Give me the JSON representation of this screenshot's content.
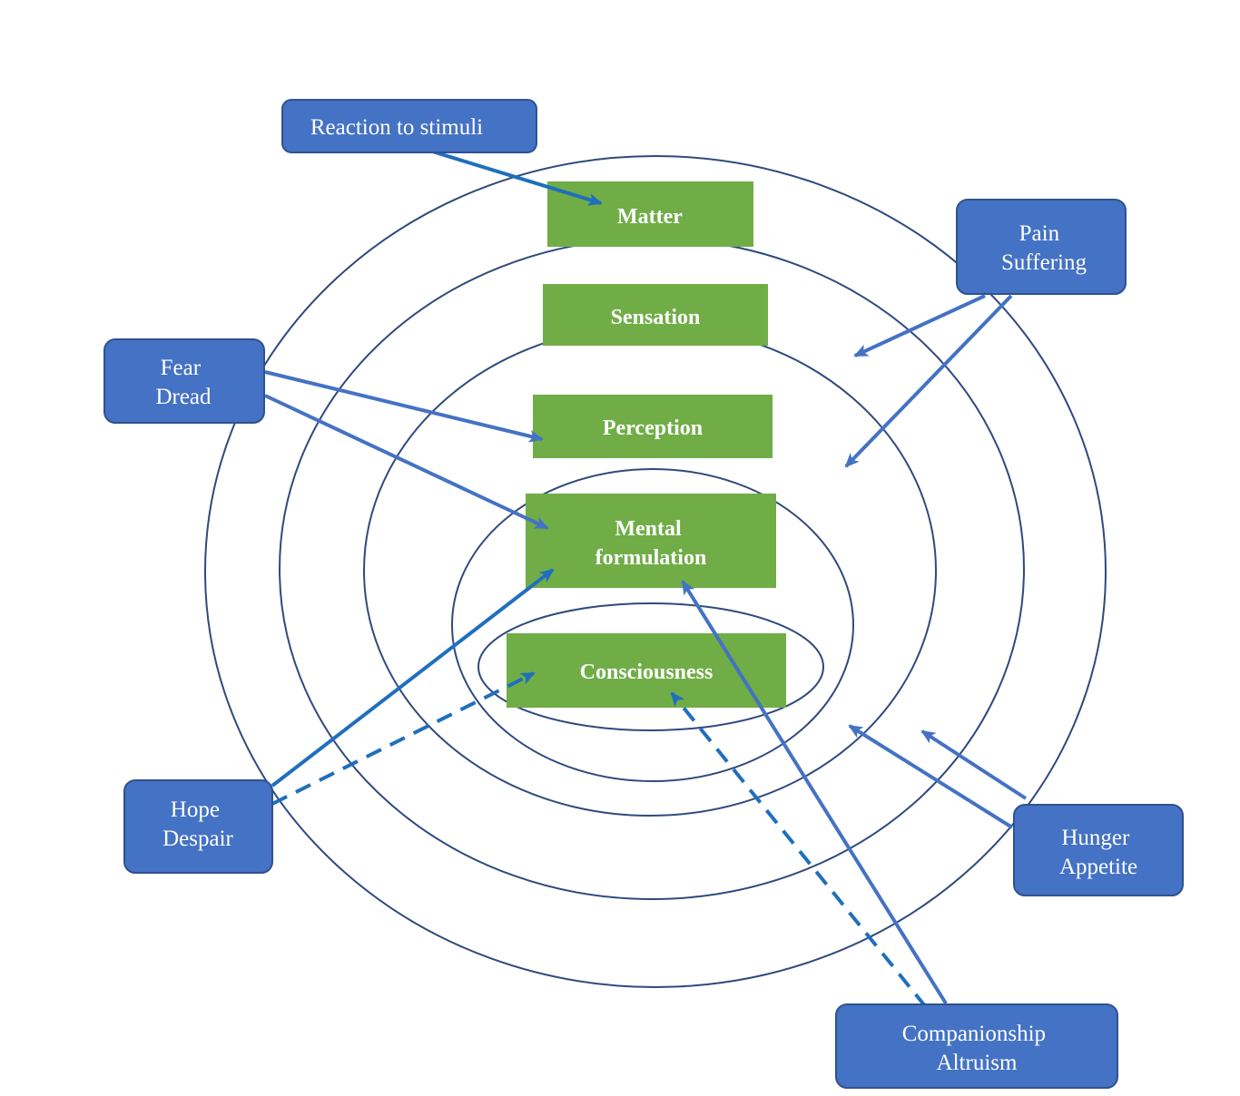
{
  "colors": {
    "ring": "#2f4a7d",
    "layer_fill": "#70ad47",
    "callout_fill": "#4472c4",
    "callout_border": "#2f528f",
    "arrow_solid": "#4472c4",
    "arrow_dark": "#1f6fbd",
    "arrow_dashed": "#1f6fbd"
  },
  "layers": [
    {
      "lines": [
        "Matter"
      ]
    },
    {
      "lines": [
        "Sensation"
      ]
    },
    {
      "lines": [
        "Perception"
      ]
    },
    {
      "lines": [
        "Mental",
        "formulation"
      ]
    },
    {
      "lines": [
        "Consciousness"
      ]
    }
  ],
  "callouts": [
    {
      "lines": [
        "Reaction to stimuli"
      ]
    },
    {
      "lines": [
        "Pain",
        "Suffering"
      ]
    },
    {
      "lines": [
        "Fear",
        "Dread"
      ]
    },
    {
      "lines": [
        "Hope",
        "Despair"
      ]
    },
    {
      "lines": [
        "Hunger",
        "Appetite"
      ]
    },
    {
      "lines": [
        "Companionship",
        "Altruism"
      ]
    }
  ]
}
